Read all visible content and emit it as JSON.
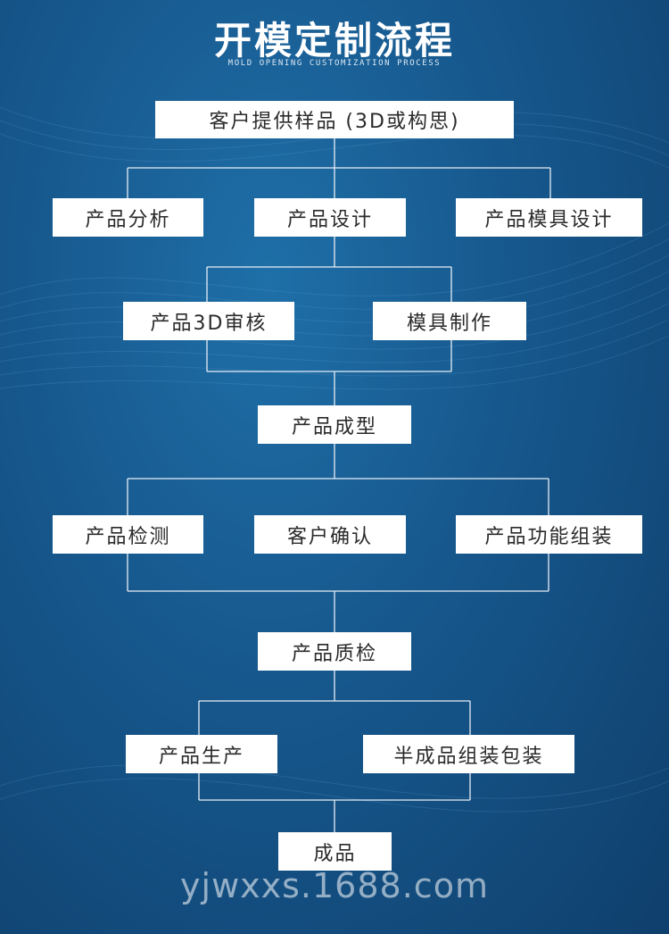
{
  "title": "开模定制流程",
  "subtitle": "MOLD OPENING CUSTOMIZATION PROCESS",
  "steps": {
    "customer_sample": "客户提供样品 (3D或构思)",
    "product_analysis": "产品分析",
    "product_design": "产品设计",
    "mold_design": "产品模具设计",
    "product_3d_review": "产品3D审核",
    "mold_making": "模具制作",
    "product_molding": "产品成型",
    "product_inspection": "产品检测",
    "customer_confirm": "客户确认",
    "functional_assembly": "产品功能组装",
    "quality_check": "产品质检",
    "production": "产品生产",
    "semi_assembly_packaging": "半成品组装包装",
    "finished_product": "成品"
  },
  "watermark": "yjwxxs.1688.com",
  "colors": {
    "background": "#16578c",
    "box": "#ffffff",
    "line": "#e8eef5",
    "text": "#2a2a2a"
  }
}
